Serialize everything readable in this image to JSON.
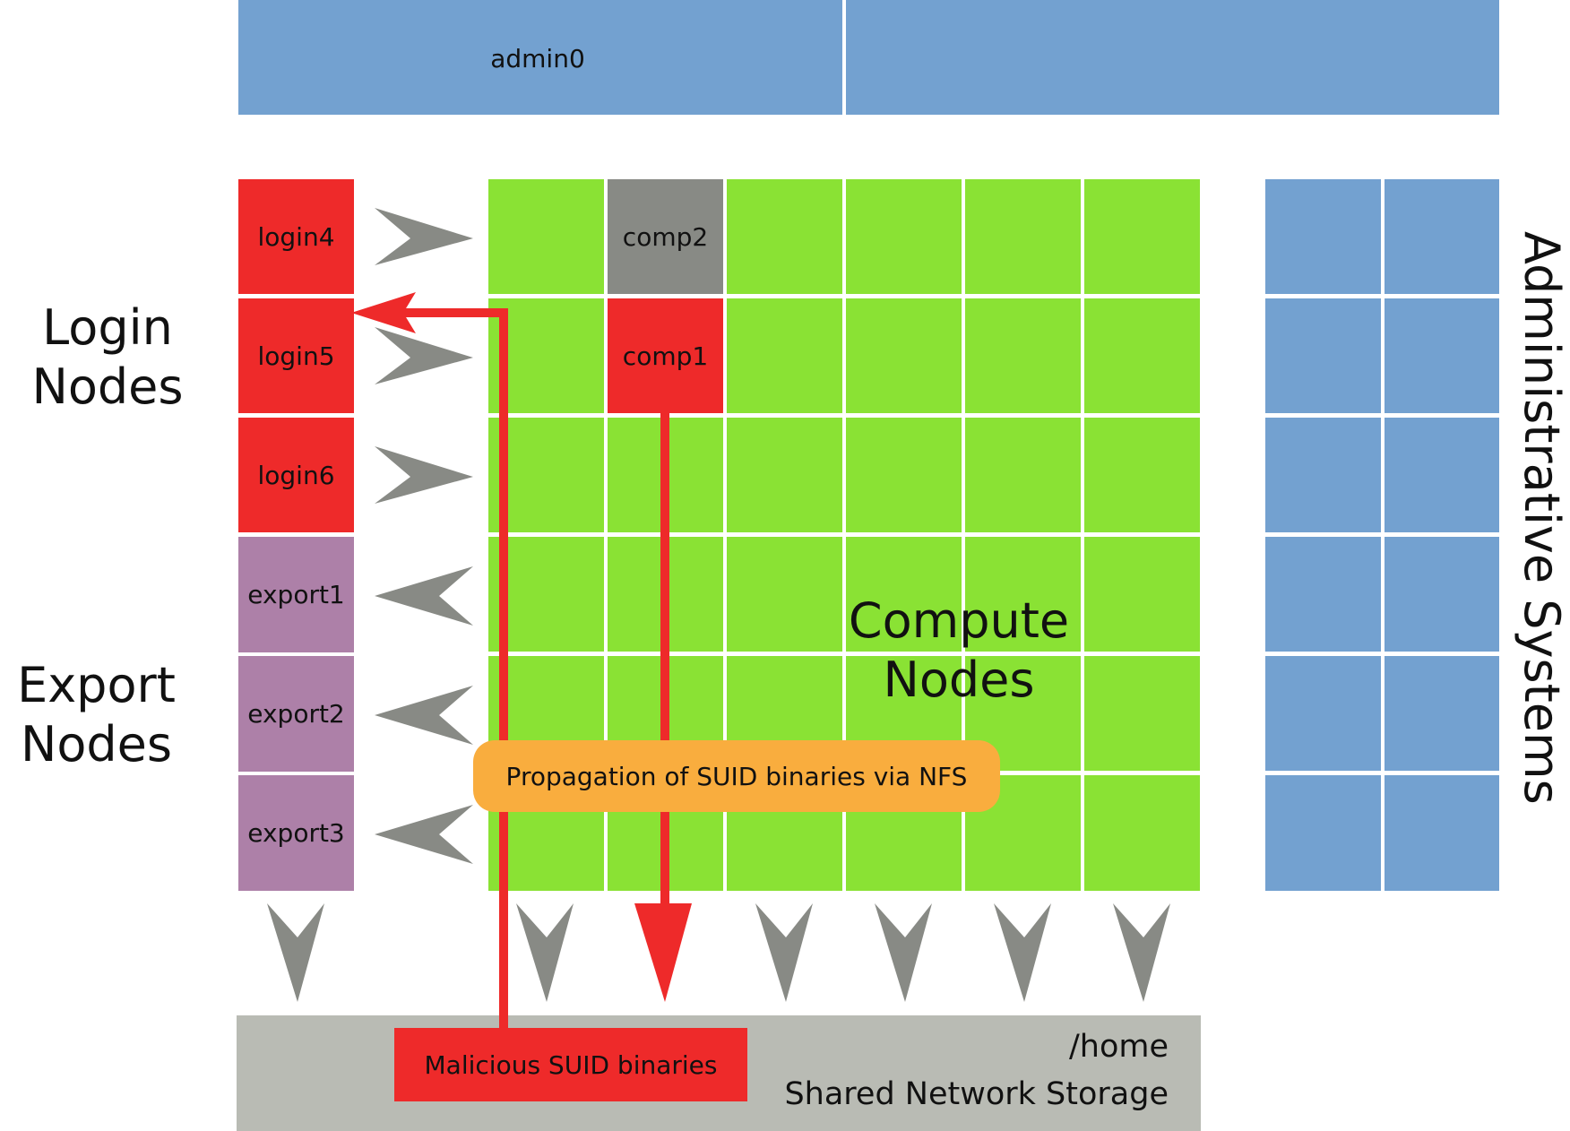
{
  "admin": {
    "label": "admin0"
  },
  "login_nodes": {
    "heading_line1": "Login",
    "heading_line2": "Nodes",
    "items": [
      "login4",
      "login5",
      "login6"
    ]
  },
  "export_nodes": {
    "heading_line1": "Export",
    "heading_line2": "Nodes",
    "items": [
      "export1",
      "export2",
      "export3"
    ]
  },
  "compute": {
    "heading_line1": "Compute",
    "heading_line2": "Nodes",
    "comp2": "comp2",
    "comp1": "comp1"
  },
  "admin_systems": {
    "label": "Administrative Systems"
  },
  "propagation": {
    "label": "Propagation of SUID binaries via NFS"
  },
  "storage": {
    "malicious_label": "Malicious SUID binaries",
    "path": "/home",
    "title": "Shared Network Storage"
  },
  "colors": {
    "admin_blue": "#73a1d0",
    "login_red": "#ee2a2a",
    "export_purple": "#ad80a8",
    "compute_green": "#8ae234",
    "comp2_gray": "#888a85",
    "arrow_gray": "#888a85",
    "propagation_orange": "#f9ad3e",
    "storage_gray": "#b9bbb4",
    "attack_red": "#ee2a2a"
  }
}
